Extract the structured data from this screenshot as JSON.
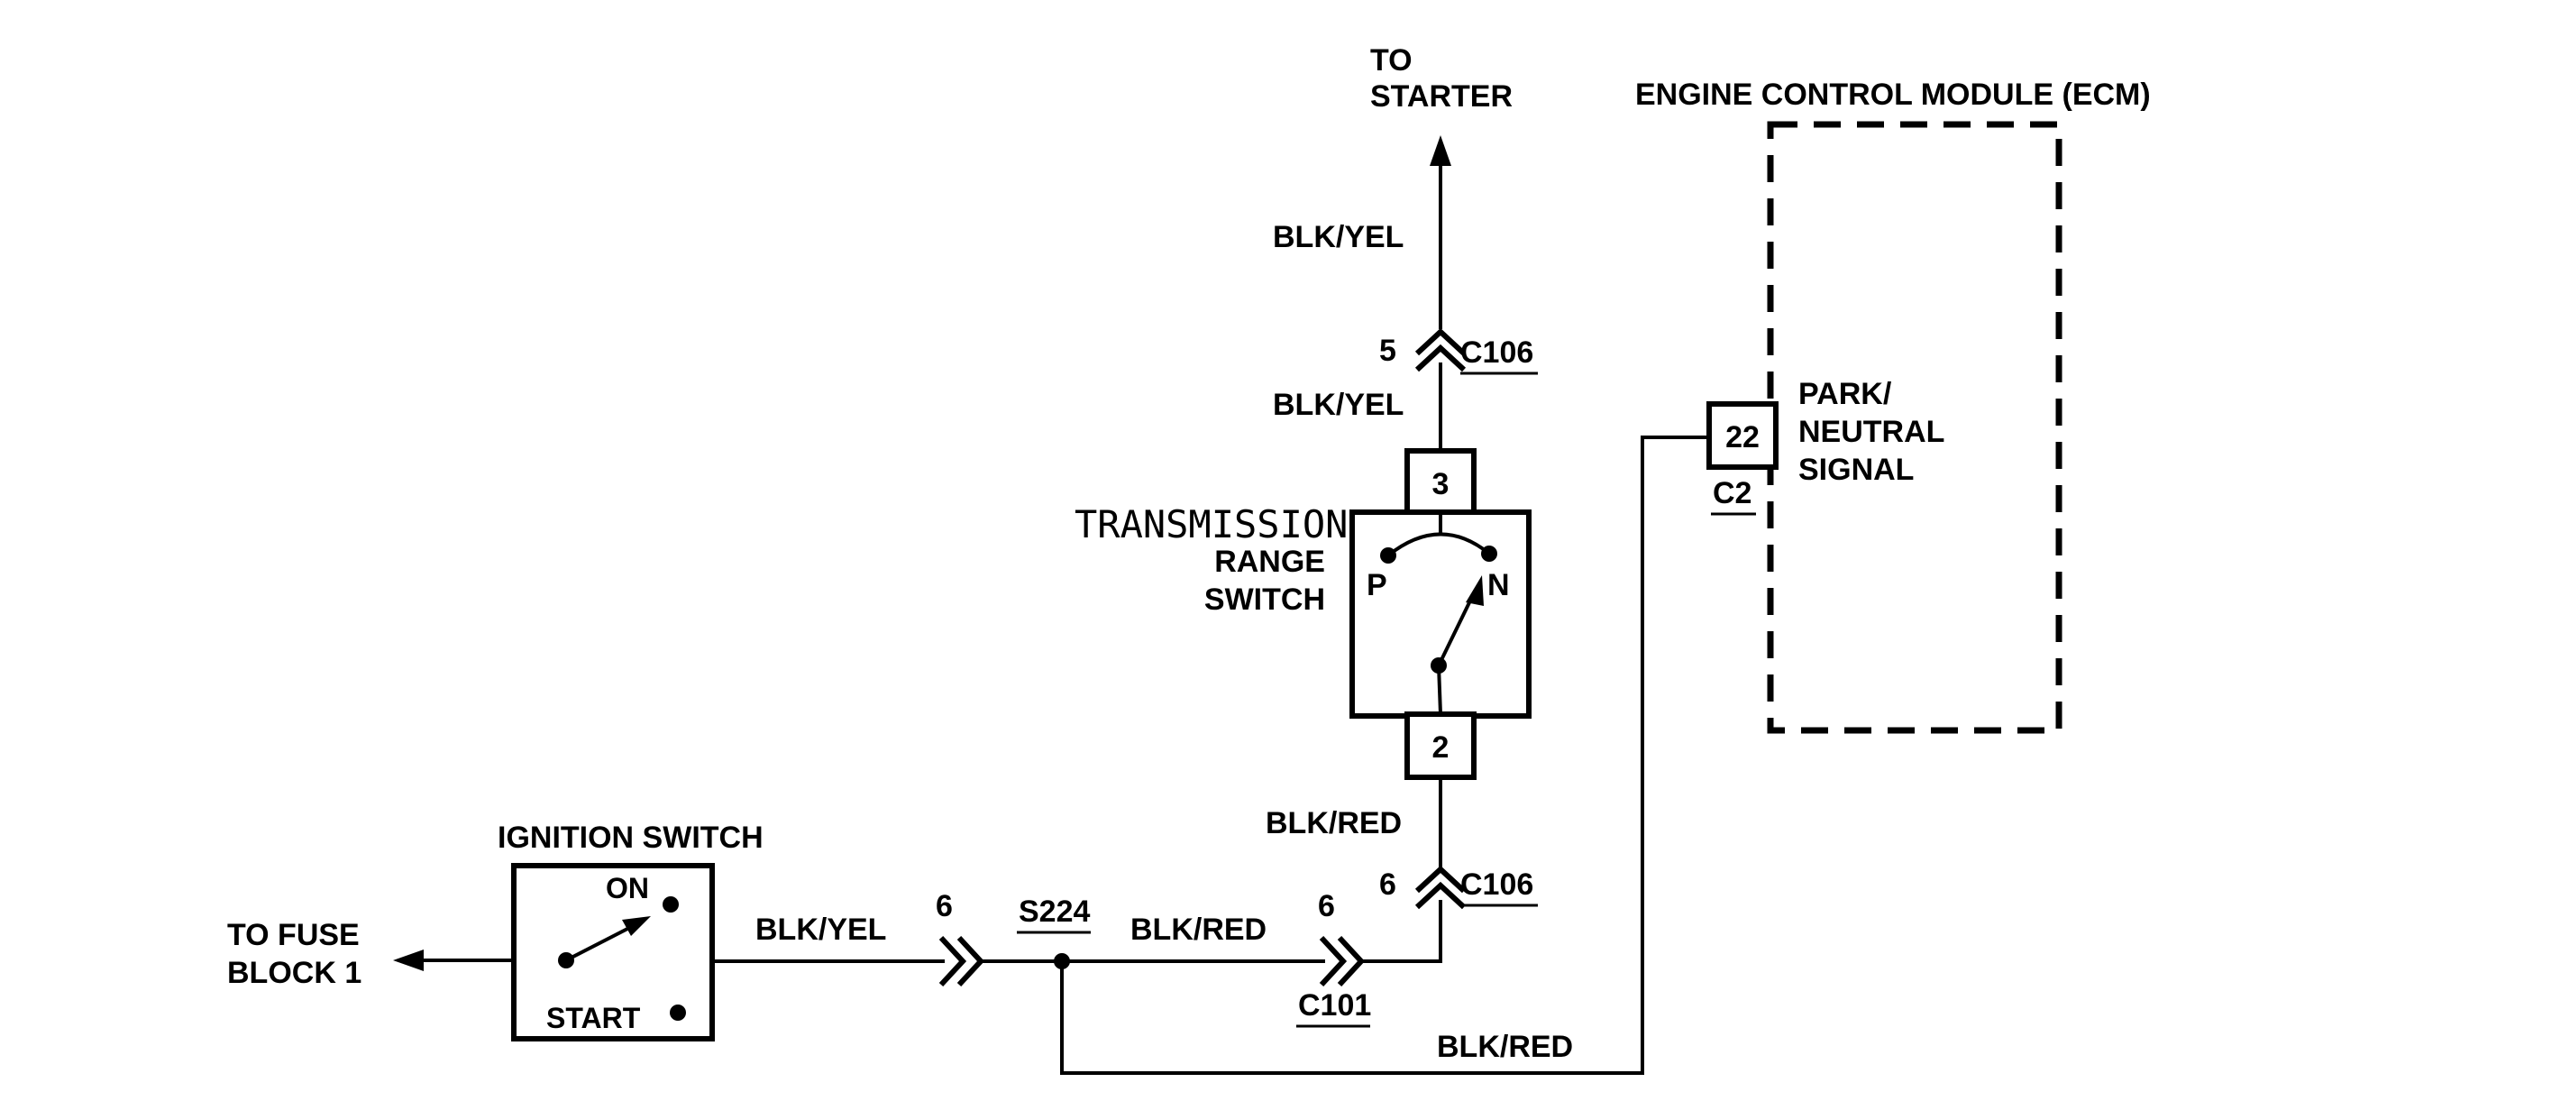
{
  "labels": {
    "to_starter_1": "TO",
    "to_starter_2": "STARTER",
    "ecm_title": "ENGINE CONTROL MODULE (ECM)",
    "wire_top": "BLK/YEL",
    "c106_top_pin": "5",
    "c106_top": "C106",
    "wire_mid_top": "BLK/YEL",
    "pin_3": "3",
    "pin_22": "22",
    "c2": "C2",
    "pn_1": "PARK/",
    "pn_2": "NEUTRAL",
    "pn_3": "SIGNAL",
    "trs_1": "TRANSMISSION",
    "trs_2": "RANGE",
    "trs_3": "SWITCH",
    "p": "P",
    "n": "N",
    "pin_2": "2",
    "wire_blk_red_1": "BLK/RED",
    "c106_bot_pin": "6",
    "c106_bot": "C106",
    "ign_title": "IGNITION SWITCH",
    "ign_on": "ON",
    "ign_start": "START",
    "fuse_1": "TO FUSE",
    "fuse_2": "BLOCK 1",
    "wire_ign_out": "BLK/YEL",
    "conn_6_left": "6",
    "s224": "S224",
    "wire_s224": "BLK/RED",
    "conn_6_c101": "6",
    "c101": "C101",
    "wire_bottom": "BLK/RED"
  }
}
